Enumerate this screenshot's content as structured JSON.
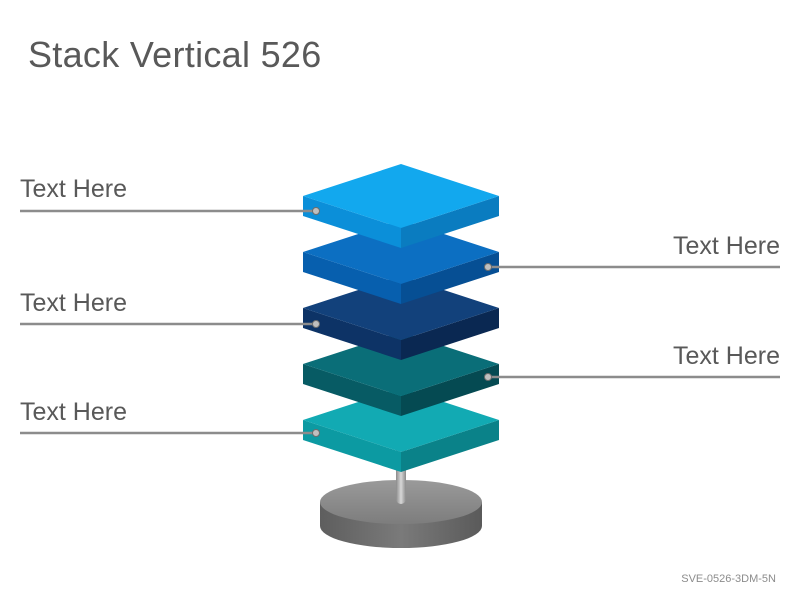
{
  "title": "Stack Vertical 526",
  "footer_code": "SVE-0526-3DM-5N",
  "labels": [
    {
      "text": "Text Here",
      "side": "left"
    },
    {
      "text": "Text Here",
      "side": "right"
    },
    {
      "text": "Text Here",
      "side": "left"
    },
    {
      "text": "Text Here",
      "side": "right"
    },
    {
      "text": "Text Here",
      "side": "left"
    }
  ],
  "layers": [
    {
      "top": "#12a8ee",
      "left": "#0b8fd9",
      "right": "#0a7cc0",
      "callout": "left"
    },
    {
      "top": "#0c6fc2",
      "left": "#075fae",
      "right": "#064f94",
      "callout": "right"
    },
    {
      "top": "#12417b",
      "left": "#0d3366",
      "right": "#0a2852",
      "callout": "left"
    },
    {
      "top": "#0a6e78",
      "left": "#075b64",
      "right": "#054a52",
      "callout": "right"
    },
    {
      "top": "#12aab3",
      "left": "#0c9aa2",
      "right": "#0a8289",
      "callout": "left"
    }
  ],
  "base_color": "#808080",
  "line_color": "#8c8c8c"
}
